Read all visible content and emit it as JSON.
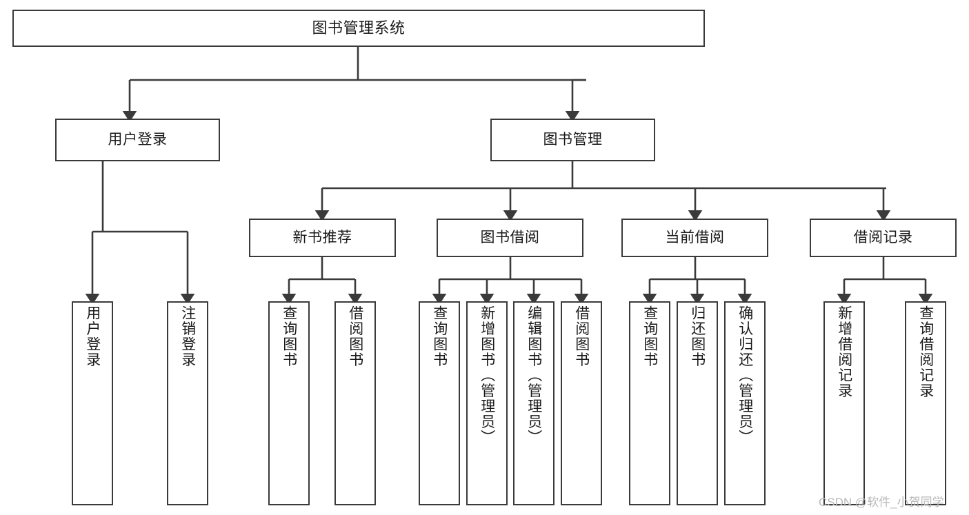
{
  "diagram": {
    "type": "tree-hierarchy-chart",
    "title": "图书管理系统",
    "colors": {
      "border": "#3a3a3a",
      "background": "#ffffff",
      "text": "#1a1a1a",
      "connector": "#3a3a3a",
      "watermark": "#b9b9b9"
    },
    "nodes": {
      "root": {
        "label": "图书管理系统"
      },
      "level2": [
        {
          "label": "用户登录"
        },
        {
          "label": "图书管理"
        }
      ],
      "level3": [
        {
          "label": "新书推荐"
        },
        {
          "label": "图书借阅"
        },
        {
          "label": "当前借阅"
        },
        {
          "label": "借阅记录"
        }
      ],
      "leaves_user_login": [
        {
          "label": "用户登录"
        },
        {
          "label": "注销登录"
        }
      ],
      "leaves_new_book": [
        {
          "label": "查询图书"
        },
        {
          "label": "借阅图书"
        }
      ],
      "leaves_borrow": [
        {
          "label": "查询图书"
        },
        {
          "label": "新增图书（管理员）"
        },
        {
          "label": "编辑图书（管理员）"
        },
        {
          "label": "借阅图书"
        }
      ],
      "leaves_current": [
        {
          "label": "查询图书"
        },
        {
          "label": "归还图书"
        },
        {
          "label": "确认归还（管理员）"
        }
      ],
      "leaves_record": [
        {
          "label": "新增借阅记录"
        },
        {
          "label": "查询借阅记录"
        }
      ]
    },
    "watermark": "CSDN @软件_小贺同学"
  }
}
